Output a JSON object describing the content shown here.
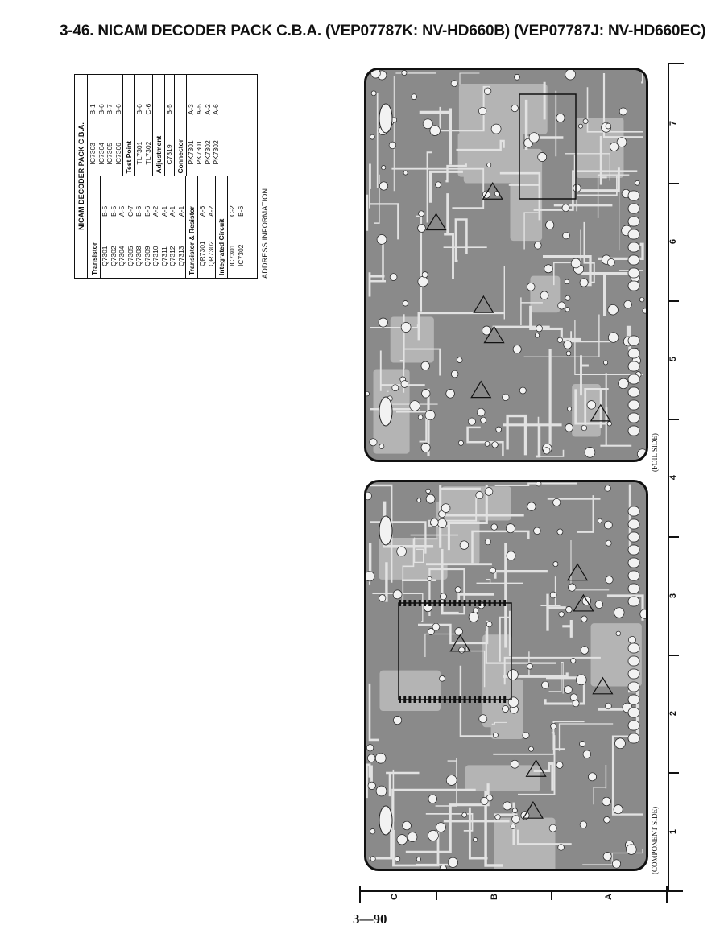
{
  "page": {
    "title": "3-46. NICAM DECODER PACK C.B.A. (VEP07787K: NV-HD660B) (VEP07787J: NV-HD660EC)",
    "page_number": "3—90"
  },
  "address_table": {
    "heading": "NICAM DECODER PACK C.B.A.",
    "caption": "ADDRESS INFORMATION",
    "columns": [
      {
        "groups": [
          {
            "name": "Transistor",
            "rows": [
              {
                "ref": "Q7301",
                "loc": "B-5"
              },
              {
                "ref": "Q7302",
                "loc": "B-5"
              },
              {
                "ref": "Q7304",
                "loc": "A-5"
              },
              {
                "ref": "Q7305",
                "loc": "C-7"
              },
              {
                "ref": "Q7308",
                "loc": "B-6"
              },
              {
                "ref": "Q7309",
                "loc": "B-6"
              },
              {
                "ref": "Q7310",
                "loc": "A-2"
              },
              {
                "ref": "Q7311",
                "loc": "A-1"
              },
              {
                "ref": "Q7312",
                "loc": "A-1"
              },
              {
                "ref": "Q7313",
                "loc": "A-1"
              }
            ]
          },
          {
            "name": "Transistor & Resistor",
            "rows": [
              {
                "ref": "QR7301",
                "loc": "A-6"
              },
              {
                "ref": "QR7302",
                "loc": "A-2"
              }
            ]
          },
          {
            "name": "Integrated Circuit",
            "rows": [
              {
                "ref": "IC7301",
                "loc": "C-2"
              },
              {
                "ref": "IC7302",
                "loc": "B-6"
              }
            ]
          }
        ]
      },
      {
        "groups": [
          {
            "name": "",
            "rows": [
              {
                "ref": "IC7303",
                "loc": "B-1"
              },
              {
                "ref": "IC7304",
                "loc": "B-6"
              },
              {
                "ref": "IC7305",
                "loc": "B-7"
              },
              {
                "ref": "IC7306",
                "loc": "B-6"
              }
            ]
          },
          {
            "name": "Test Point",
            "rows": [
              {
                "ref": "TL7301",
                "loc": "B-6"
              },
              {
                "ref": "TL7302",
                "loc": "C-6"
              }
            ]
          },
          {
            "name": "Adjustment",
            "rows": [
              {
                "ref": "C7319",
                "loc": "B-5"
              }
            ]
          },
          {
            "name": "Connector",
            "rows": [
              {
                "ref": "PK7301",
                "loc": "A-3"
              },
              {
                "ref": "PK7301",
                "loc": "A-5"
              },
              {
                "ref": "PK7302",
                "loc": "A-2"
              },
              {
                "ref": "PK7302",
                "loc": "A-6"
              }
            ]
          }
        ]
      }
    ]
  },
  "boards": {
    "foil_label": "(FOIL SIDE)",
    "component_label": "(COMPONENT SIDE)"
  },
  "grid": {
    "columns": [
      "1",
      "2",
      "3",
      "4",
      "5",
      "6",
      "7"
    ],
    "rows": [
      "C",
      "B",
      "A"
    ]
  }
}
